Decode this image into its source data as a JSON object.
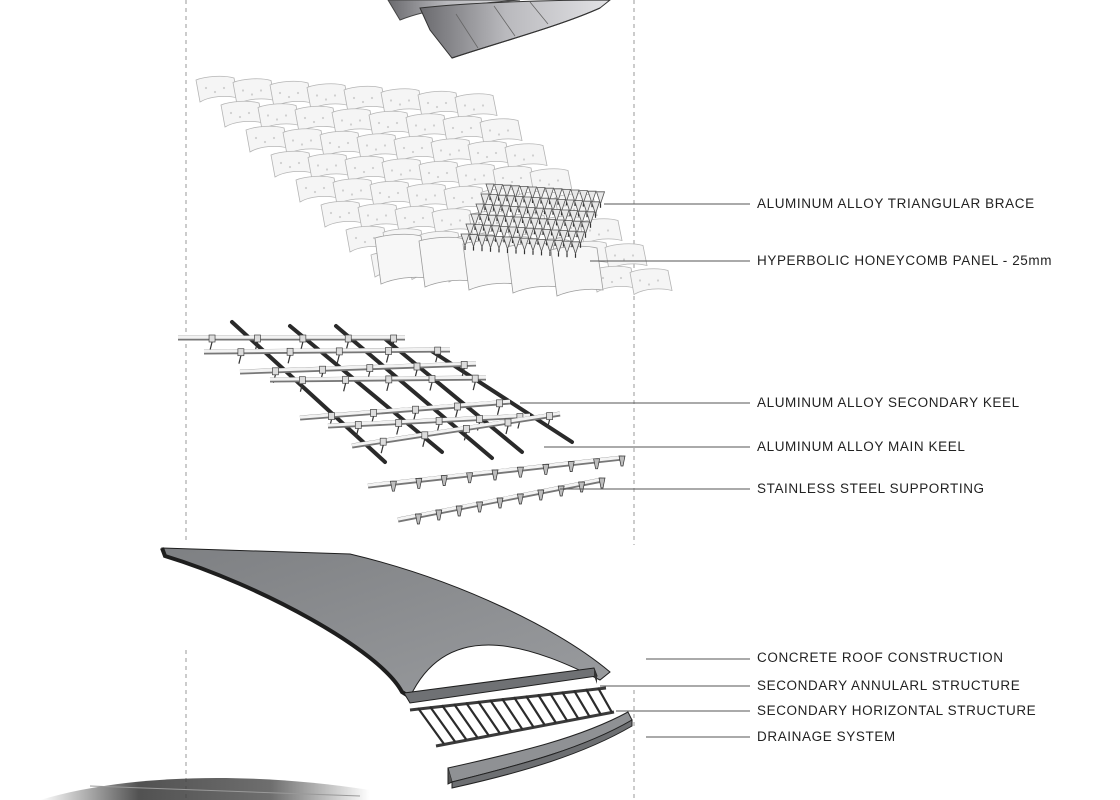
{
  "labels": {
    "triangular_brace": "ALUMINUM ALLOY TRIANGULAR BRACE",
    "honeycomb_panel": "HYPERBOLIC HONEYCOMB PANEL - 25mm",
    "secondary_keel": "ALUMINUM ALLOY SECONDARY KEEL",
    "main_keel": "ALUMINUM ALLOY MAIN KEEL",
    "stainless_support": "STAINLESS STEEL SUPPORTING",
    "concrete_roof": "CONCRETE ROOF CONSTRUCTION",
    "annular_structure": "SECONDARY ANNULARL STRUCTURE",
    "horizontal_structure": "SECONDARY HORIZONTAL STRUCTURE",
    "drainage": "DRAINAGE SYSTEM"
  },
  "colors": {
    "leader_line": "#555555",
    "guide_line": "#9a9a9a",
    "concrete": "#8c8e90",
    "concrete_edge": "#1e1e1e",
    "keel_dark": "#2a2a2a",
    "panel": "#f4f4f4"
  }
}
